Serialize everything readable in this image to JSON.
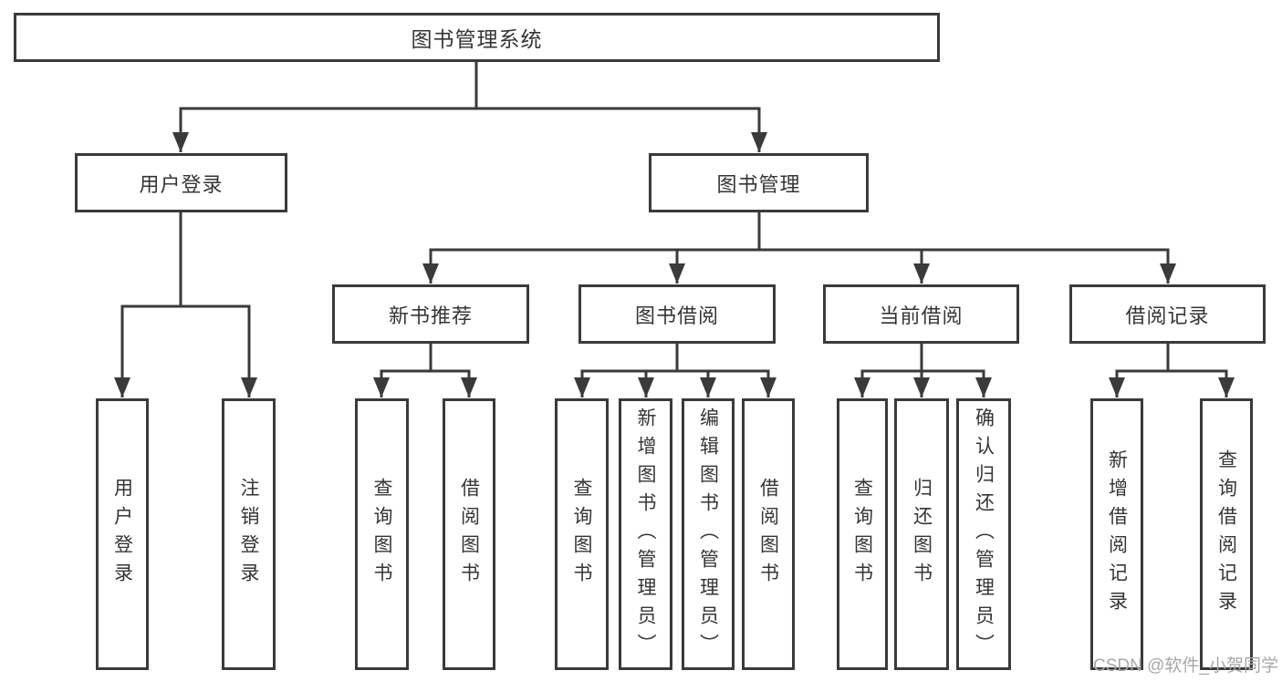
{
  "tree": {
    "root_label": "图书管理系统",
    "children": [
      {
        "label": "用户登录",
        "children": [
          {
            "label": "用户登录"
          },
          {
            "label": "注销登录"
          }
        ]
      },
      {
        "label": "图书管理",
        "children": [
          {
            "label": "新书推荐",
            "children": [
              {
                "label": "查询图书"
              },
              {
                "label": "借阅图书"
              }
            ]
          },
          {
            "label": "图书借阅",
            "children": [
              {
                "label": "查询图书"
              },
              {
                "label": "新增图书（管理员）"
              },
              {
                "label": "编辑图书（管理员）"
              },
              {
                "label": "借阅图书"
              }
            ]
          },
          {
            "label": "当前借阅",
            "children": [
              {
                "label": "查询图书"
              },
              {
                "label": "归还图书"
              },
              {
                "label": "确认归还（管理员）"
              }
            ]
          },
          {
            "label": "借阅记录",
            "children": [
              {
                "label": "新增借阅记录"
              },
              {
                "label": "查询借阅记录"
              }
            ]
          }
        ]
      }
    ]
  },
  "watermark": {
    "text": "CSDN @软件_小贺同学"
  },
  "colors": {
    "line": "#3a3a3a",
    "box_border": "#3a3a3a",
    "text": "#353535",
    "background": "#ffffff",
    "watermark": "#a8a8a8"
  }
}
